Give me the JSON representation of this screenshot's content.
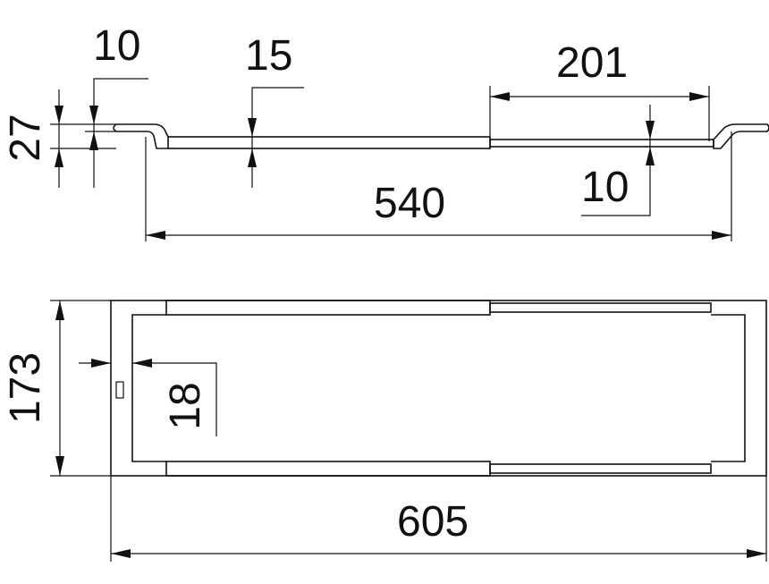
{
  "dimensions": {
    "side_view": {
      "height": "27",
      "end_offset": "10",
      "rail_thickness": "15",
      "extension": "201",
      "rail_drop": "10",
      "inner_length": "540"
    },
    "top_view": {
      "width": "173",
      "frame_thickness": "18",
      "overall_length": "605"
    }
  }
}
